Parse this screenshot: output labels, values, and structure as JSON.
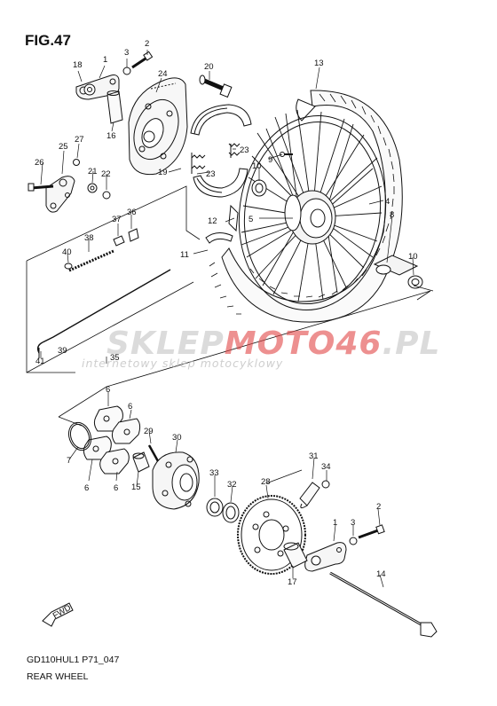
{
  "figure": {
    "title": "FIG.47",
    "code": "GD110HUL1 P71_047",
    "caption": "REAR WHEEL"
  },
  "watermark": {
    "part1": "SKLEP",
    "part2": "MOTO46",
    "part3": ".PL",
    "sub": "internetowy sklep motocyklowy"
  },
  "arrow_label": "FWD",
  "callouts": [
    {
      "id": "c-18",
      "label": "18"
    },
    {
      "id": "c-1a",
      "label": "1"
    },
    {
      "id": "c-3a",
      "label": "3"
    },
    {
      "id": "c-2a",
      "label": "2"
    },
    {
      "id": "c-24",
      "label": "24"
    },
    {
      "id": "c-20",
      "label": "20"
    },
    {
      "id": "c-13",
      "label": "13"
    },
    {
      "id": "c-16",
      "label": "16"
    },
    {
      "id": "c-25",
      "label": "25"
    },
    {
      "id": "c-27",
      "label": "27"
    },
    {
      "id": "c-26",
      "label": "26"
    },
    {
      "id": "c-21",
      "label": "21"
    },
    {
      "id": "c-22",
      "label": "22"
    },
    {
      "id": "c-19",
      "label": "19"
    },
    {
      "id": "c-23a",
      "label": "23"
    },
    {
      "id": "c-23b",
      "label": "23"
    },
    {
      "id": "c-9",
      "label": "9"
    },
    {
      "id": "c-10a",
      "label": "10"
    },
    {
      "id": "c-12",
      "label": "12"
    },
    {
      "id": "c-5",
      "label": "5"
    },
    {
      "id": "c-4",
      "label": "4"
    },
    {
      "id": "c-37",
      "label": "37"
    },
    {
      "id": "c-36",
      "label": "36"
    },
    {
      "id": "c-38",
      "label": "38"
    },
    {
      "id": "c-11",
      "label": "11"
    },
    {
      "id": "c-8",
      "label": "8"
    },
    {
      "id": "c-10b",
      "label": "10"
    },
    {
      "id": "c-40",
      "label": "40"
    },
    {
      "id": "c-41",
      "label": "41"
    },
    {
      "id": "c-39",
      "label": "39"
    },
    {
      "id": "c-35",
      "label": "35"
    },
    {
      "id": "c-6a",
      "label": "6"
    },
    {
      "id": "c-6b",
      "label": "6"
    },
    {
      "id": "c-7",
      "label": "7"
    },
    {
      "id": "c-6c",
      "label": "6"
    },
    {
      "id": "c-6d",
      "label": "6"
    },
    {
      "id": "c-29",
      "label": "29"
    },
    {
      "id": "c-30",
      "label": "30"
    },
    {
      "id": "c-15",
      "label": "15"
    },
    {
      "id": "c-33",
      "label": "33"
    },
    {
      "id": "c-32",
      "label": "32"
    },
    {
      "id": "c-28",
      "label": "28"
    },
    {
      "id": "c-31",
      "label": "31"
    },
    {
      "id": "c-34",
      "label": "34"
    },
    {
      "id": "c-1b",
      "label": "1"
    },
    {
      "id": "c-3b",
      "label": "3"
    },
    {
      "id": "c-2b",
      "label": "2"
    },
    {
      "id": "c-17",
      "label": "17"
    },
    {
      "id": "c-14",
      "label": "14"
    }
  ]
}
